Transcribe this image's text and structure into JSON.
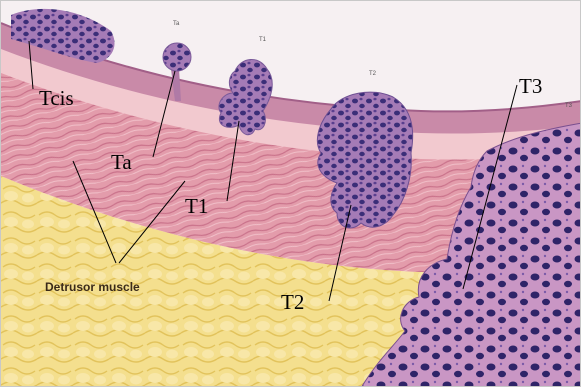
{
  "labels": {
    "tcis": "Tcis",
    "ta": "Ta",
    "t1": "T1",
    "t2": "T2",
    "t3": "T3",
    "detrusor": "Detrusor muscle"
  },
  "small_labels": {
    "ta": "Ta",
    "t1": "T1",
    "t2": "T2",
    "t3": "T3"
  },
  "colors": {
    "background": "#f6f0f2",
    "mucosa": "#c98aa8",
    "lamina": "#f2c9cf",
    "muscle": "#e6a4b0",
    "fat": "#f2dc8a",
    "tumor": "#8d5f9c",
    "nucleus": "#3b2e78",
    "leader": "#000000"
  }
}
